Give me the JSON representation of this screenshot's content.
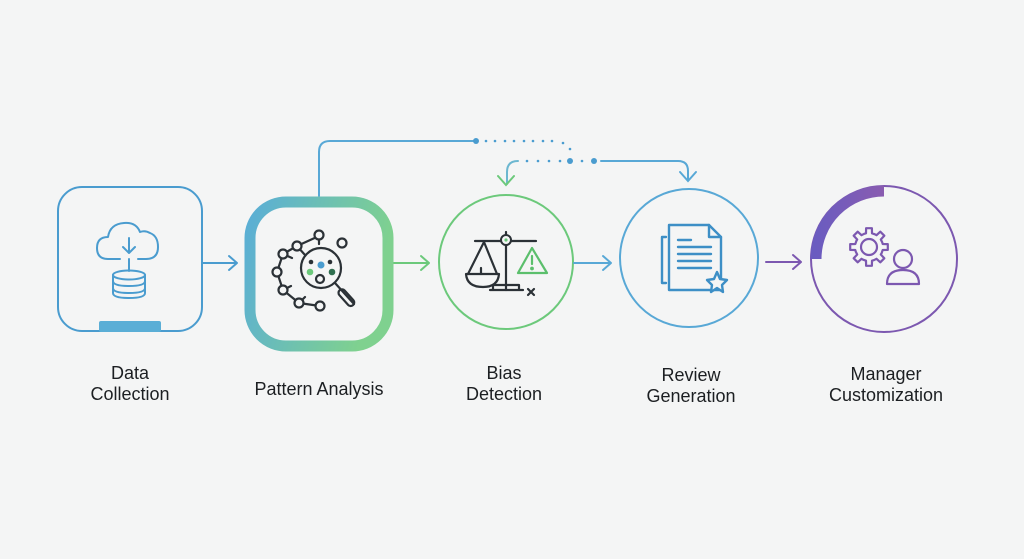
{
  "diagram": {
    "type": "process-flow",
    "stages": [
      {
        "id": "data-collection",
        "label_lines": [
          "Data",
          "Collection"
        ],
        "icon": "cloud-download-database-icon",
        "shape": "rounded-square",
        "color": "#4a9ccf"
      },
      {
        "id": "pattern-analysis",
        "label_lines": [
          "Pattern Analysis"
        ],
        "icon": "network-magnifier-icon",
        "shape": "rounded-square-gradient",
        "color_start": "#5aaed6",
        "color_end": "#7fd18f"
      },
      {
        "id": "bias-detection",
        "label_lines": [
          "Bias",
          "Detection"
        ],
        "icon": "scale-warning-icon",
        "shape": "circle",
        "color": "#6cc97b"
      },
      {
        "id": "review-generation",
        "label_lines": [
          "Review",
          "Generation"
        ],
        "icon": "document-star-icon",
        "shape": "circle",
        "color": "#58a8d6"
      },
      {
        "id": "manager-customization",
        "label_lines": [
          "Manager",
          "Customization"
        ],
        "icon": "gear-user-icon",
        "shape": "circle-progress",
        "color": "#7c58b0",
        "progress_fraction": 0.25
      }
    ],
    "connections": [
      {
        "from": "data-collection",
        "to": "pattern-analysis",
        "style": "solid",
        "color": "#4a9ccf"
      },
      {
        "from": "pattern-analysis",
        "to": "bias-detection",
        "style": "solid",
        "color": "#6cc97b"
      },
      {
        "from": "bias-detection",
        "to": "review-generation",
        "style": "solid",
        "color": "#58a8d6"
      },
      {
        "from": "review-generation",
        "to": "manager-customization",
        "style": "solid",
        "color": "#7c58b0"
      },
      {
        "from": "pattern-analysis",
        "to": "bias-detection",
        "style": "dotted-feedback",
        "color": "#4a9ccf",
        "route": "top"
      },
      {
        "from": "pattern-analysis",
        "to": "review-generation",
        "style": "dotted-feedback",
        "color": "#4a9ccf",
        "route": "top"
      }
    ],
    "colors": {
      "background": "#f4f5f5",
      "text": "#1c1f22",
      "icon_dark": "#2b3136",
      "blue": "#4a9ccf",
      "green": "#6cc97b",
      "purple": "#7c58b0"
    }
  }
}
